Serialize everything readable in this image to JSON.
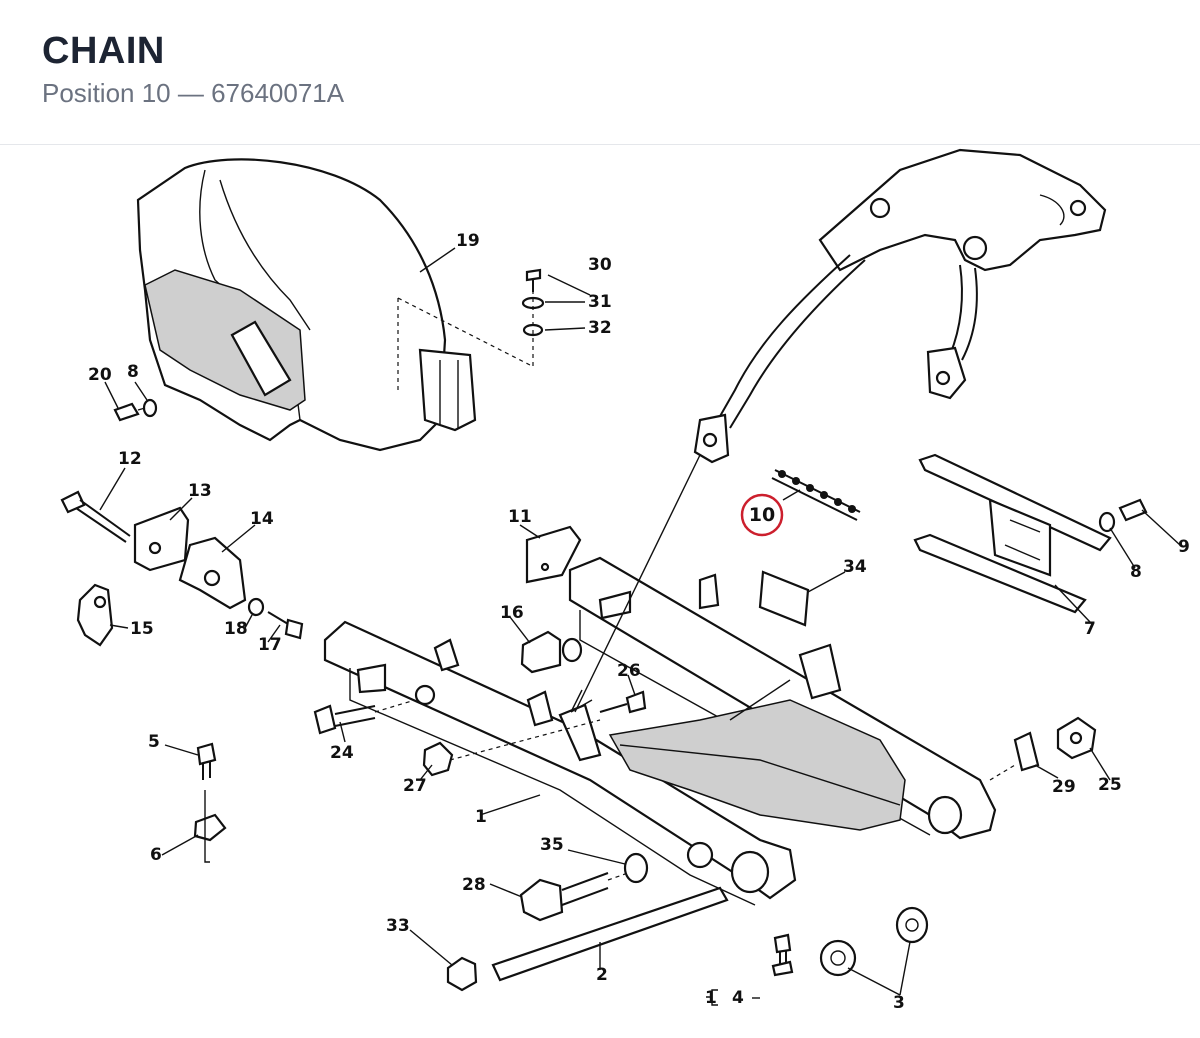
{
  "header": {
    "title": "CHAIN",
    "subtitle": "Position 10 — 67640071A"
  },
  "highlight": {
    "label": "10",
    "color": "#cc1f2d"
  },
  "callouts": [
    {
      "id": "c1",
      "label": "1"
    },
    {
      "id": "c1b",
      "label": "1"
    },
    {
      "id": "c2",
      "label": "2"
    },
    {
      "id": "c3",
      "label": "3"
    },
    {
      "id": "c4",
      "label": "4"
    },
    {
      "id": "c5",
      "label": "5"
    },
    {
      "id": "c6",
      "label": "6"
    },
    {
      "id": "c7",
      "label": "7"
    },
    {
      "id": "c8a",
      "label": "8"
    },
    {
      "id": "c8b",
      "label": "8"
    },
    {
      "id": "c9",
      "label": "9"
    },
    {
      "id": "c11",
      "label": "11"
    },
    {
      "id": "c12",
      "label": "12"
    },
    {
      "id": "c13",
      "label": "13"
    },
    {
      "id": "c14",
      "label": "14"
    },
    {
      "id": "c15",
      "label": "15"
    },
    {
      "id": "c16",
      "label": "16"
    },
    {
      "id": "c17",
      "label": "17"
    },
    {
      "id": "c18",
      "label": "18"
    },
    {
      "id": "c19",
      "label": "19"
    },
    {
      "id": "c20",
      "label": "20"
    },
    {
      "id": "c24",
      "label": "24"
    },
    {
      "id": "c25",
      "label": "25"
    },
    {
      "id": "c26",
      "label": "26"
    },
    {
      "id": "c27",
      "label": "27"
    },
    {
      "id": "c28",
      "label": "28"
    },
    {
      "id": "c29",
      "label": "29"
    },
    {
      "id": "c30",
      "label": "30"
    },
    {
      "id": "c31",
      "label": "31"
    },
    {
      "id": "c32",
      "label": "32"
    },
    {
      "id": "c33",
      "label": "33"
    },
    {
      "id": "c34",
      "label": "34"
    },
    {
      "id": "c35",
      "label": "35"
    }
  ]
}
